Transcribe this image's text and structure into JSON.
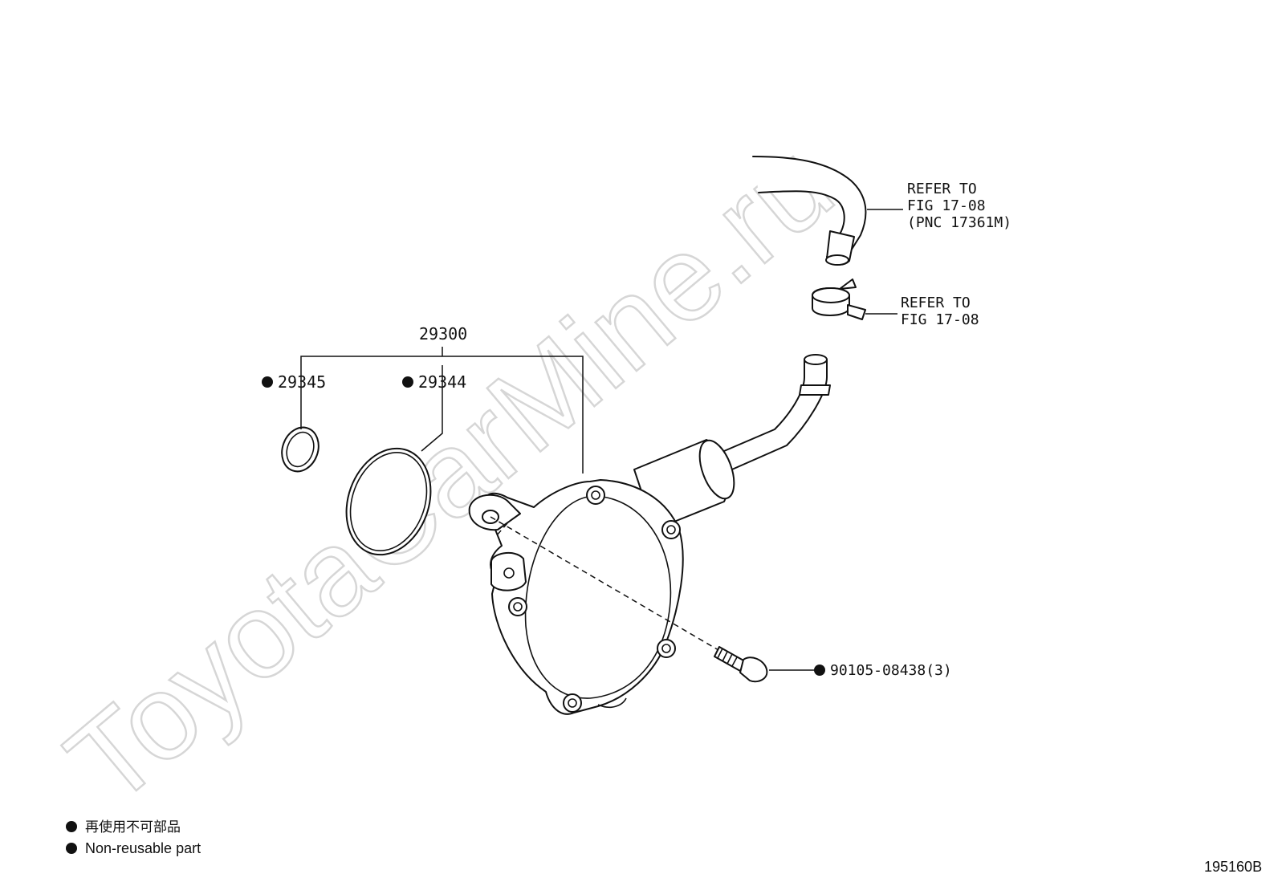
{
  "watermark": "ToyotaCarMine.ru",
  "callouts": {
    "assembly": "29300",
    "oring_small": "29345",
    "oring_large": "29344",
    "bolt": "90105-08438(3)",
    "hose_ref_line1": "REFER TO",
    "hose_ref_line2": "FIG 17-08",
    "hose_ref_line3": "(PNC 17361M)",
    "clamp_ref_line1": "REFER TO",
    "clamp_ref_line2": "FIG 17-08"
  },
  "legend": {
    "line_jp": "再使用不可部品",
    "line_en": "Non-reusable part"
  },
  "figure_code": "195160B",
  "colors": {
    "line": "#111111",
    "watermark": "#d6d6d6",
    "background": "#ffffff"
  }
}
